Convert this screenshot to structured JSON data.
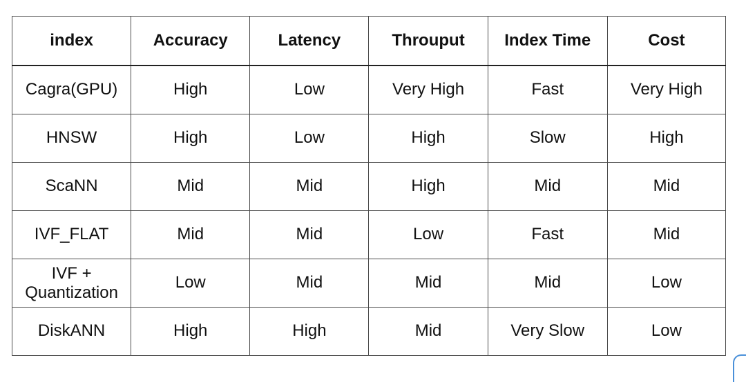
{
  "table": {
    "headers": [
      "index",
      "Accuracy",
      "Latency",
      "Throuput",
      "Index Time",
      "Cost"
    ],
    "rows": [
      [
        "Cagra(GPU)",
        "High",
        "Low",
        "Very High",
        "Fast",
        "Very High"
      ],
      [
        "HNSW",
        "High",
        "Low",
        "High",
        "Slow",
        "High"
      ],
      [
        "ScaNN",
        "Mid",
        "Mid",
        "High",
        "Mid",
        "Mid"
      ],
      [
        "IVF_FLAT",
        "Mid",
        "Mid",
        "Low",
        "Fast",
        "Mid"
      ],
      [
        "IVF +\nQuantization",
        "Low",
        "Mid",
        "Mid",
        "Mid",
        "Low"
      ],
      [
        "DiskANN",
        "High",
        "High",
        "Mid",
        "Very Slow",
        "Low"
      ]
    ]
  },
  "colors": {
    "border": "#4a4a4a",
    "text": "#111111",
    "corner_accent": "#4a90d9"
  }
}
